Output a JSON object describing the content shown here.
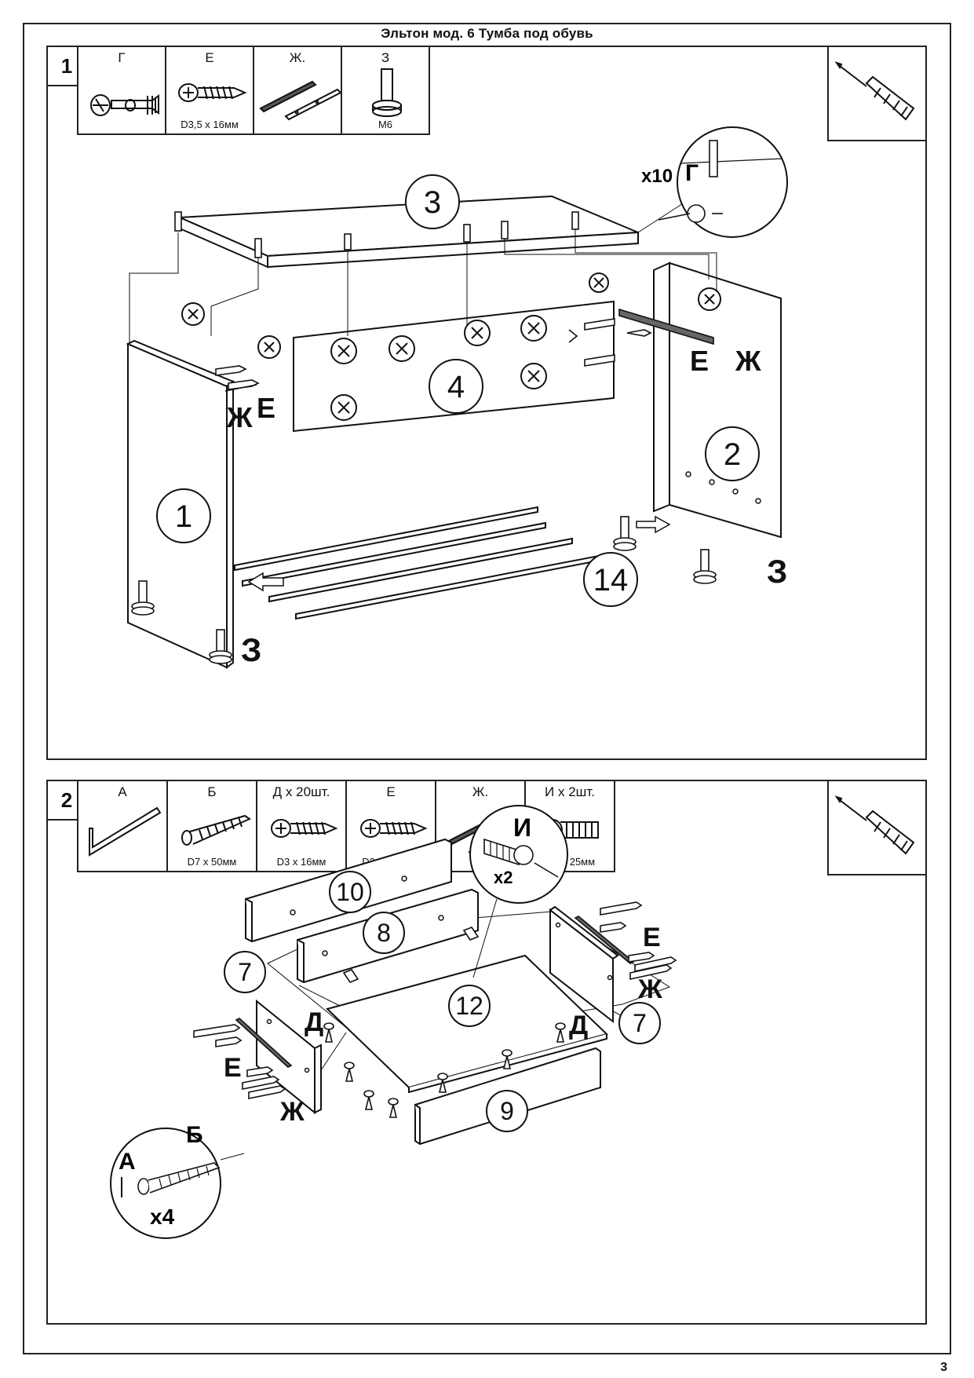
{
  "title": "Эльтон мод. 6 Тумба под обувь",
  "page_number": "3",
  "step1": {
    "number": "1",
    "parts": [
      {
        "label": "Г",
        "spec": "",
        "icon": "cam-lock-icon"
      },
      {
        "label": "Е",
        "spec": "D3,5 x 16мм",
        "icon": "screw-icon"
      },
      {
        "label": "Ж.",
        "spec": "",
        "icon": "drawer-slide-icon"
      },
      {
        "label": "З",
        "spec": "M6",
        "icon": "adjustable-foot-icon"
      }
    ],
    "tool": "screwdriver-icon",
    "callout": {
      "count": "x10",
      "part": "Г"
    },
    "labels": {
      "panel_top": "3",
      "panel_back": "4",
      "panel_left": "1",
      "panel_right": "2",
      "rods": "14",
      "e_right": "Е",
      "zh_right": "Ж",
      "e_left": "Е",
      "zh_left": "Ж",
      "foot_right": "З",
      "foot_left": "З"
    }
  },
  "step2": {
    "number": "2",
    "parts": [
      {
        "label": "А",
        "spec": "",
        "icon": "hex-key-icon"
      },
      {
        "label": "Б",
        "spec": "D7 x 50мм",
        "icon": "confirmat-screw-icon"
      },
      {
        "label": "Д x 20шт.",
        "spec": "D3 x 16мм",
        "icon": "screw-icon"
      },
      {
        "label": "Е",
        "spec": "D3,5 x 16мм",
        "icon": "screw-icon"
      },
      {
        "label": "Ж.",
        "spec": "",
        "icon": "drawer-slide-icon"
      },
      {
        "label": "И x 2шт.",
        "spec": "M6 x 25мм",
        "icon": "bolt-icon"
      }
    ],
    "tool": "screwdriver-icon",
    "callout_bolt": {
      "part": "И",
      "count": "x2"
    },
    "callout_confirmat": {
      "tool": "А",
      "part": "Б",
      "count": "x4"
    },
    "labels": {
      "panel_front_back": "10",
      "panel_inner": "8",
      "panel_side_left": "7",
      "panel_side_right": "7",
      "panel_bottom": "12",
      "panel_front": "9",
      "d_left": "Д",
      "d_right": "Д",
      "e_left": "Е",
      "zh_left": "Ж",
      "e_right": "Е",
      "zh_right": "Ж"
    }
  }
}
